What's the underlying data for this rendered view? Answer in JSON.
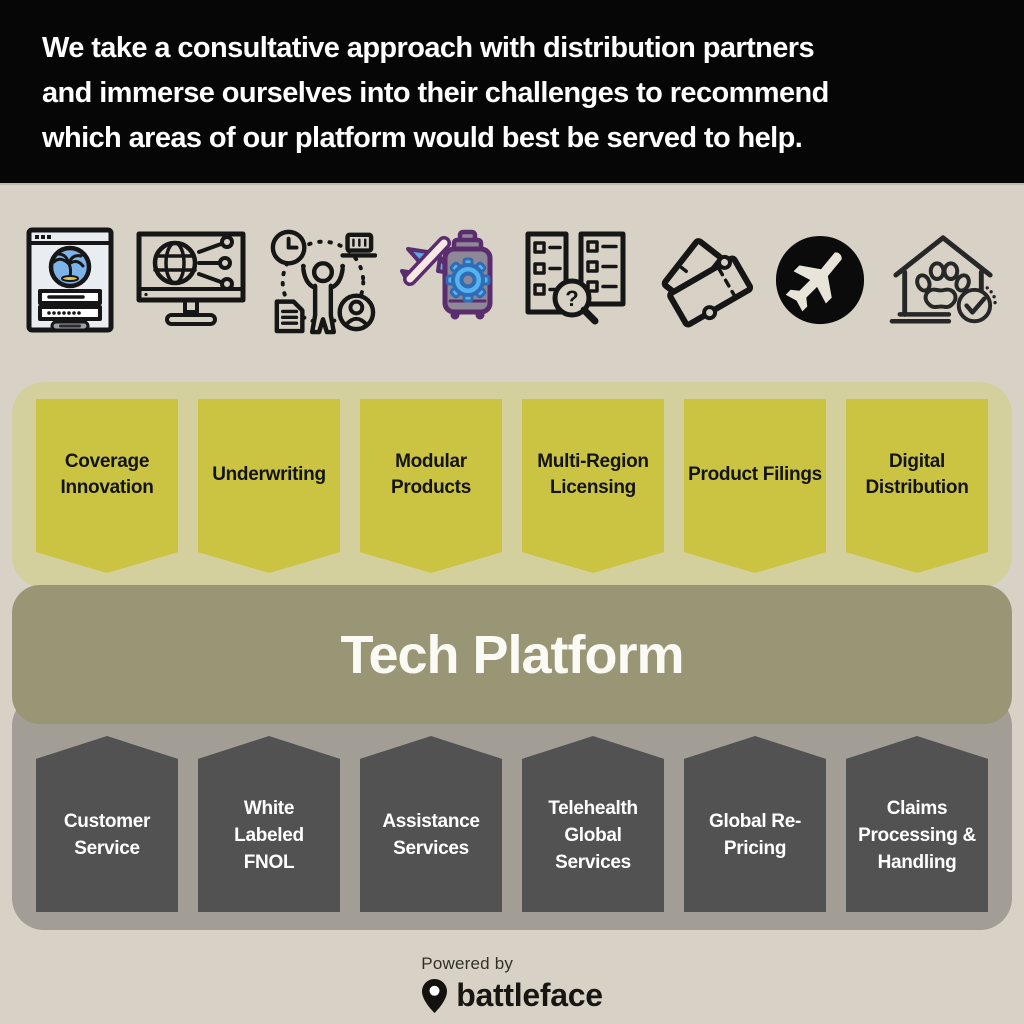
{
  "header": {
    "lines": [
      "We take a consultative approach with distribution partners",
      "and immerse ourselves into their challenges to recommend",
      "which areas of our platform would best be served to help."
    ]
  },
  "icons": [
    "travel-login",
    "global-network",
    "client-workflow",
    "travel-services-gear",
    "policy-comparison",
    "tickets",
    "flight",
    "pet-lodging"
  ],
  "capabilities": {
    "items": [
      "Coverage Innovation",
      "Underwriting",
      "Modular Products",
      "Multi-Region Licensing",
      "Product Filings",
      "Digital Distribution"
    ]
  },
  "tech_platform": {
    "label": "Tech Platform"
  },
  "services": {
    "items": [
      "Customer Service",
      "White Labeled FNOL",
      "Assistance Services",
      "Telehealth Global Services",
      "Global Re-Pricing",
      "Claims Processing & Handling"
    ]
  },
  "footer": {
    "powered_by": "Powered by",
    "brand": "battleface"
  },
  "colors": {
    "background": "#d7d2c5",
    "header_bg": "#060606",
    "capability_container": "#d3d09d",
    "capability_banner": "#cbc443",
    "tech_band": "#999676",
    "services_container": "#a29e96",
    "service_banner": "#535252",
    "headline_text": "#ffffff",
    "banner_text_dark": "#141414",
    "banner_text_light": "#ffffff"
  }
}
